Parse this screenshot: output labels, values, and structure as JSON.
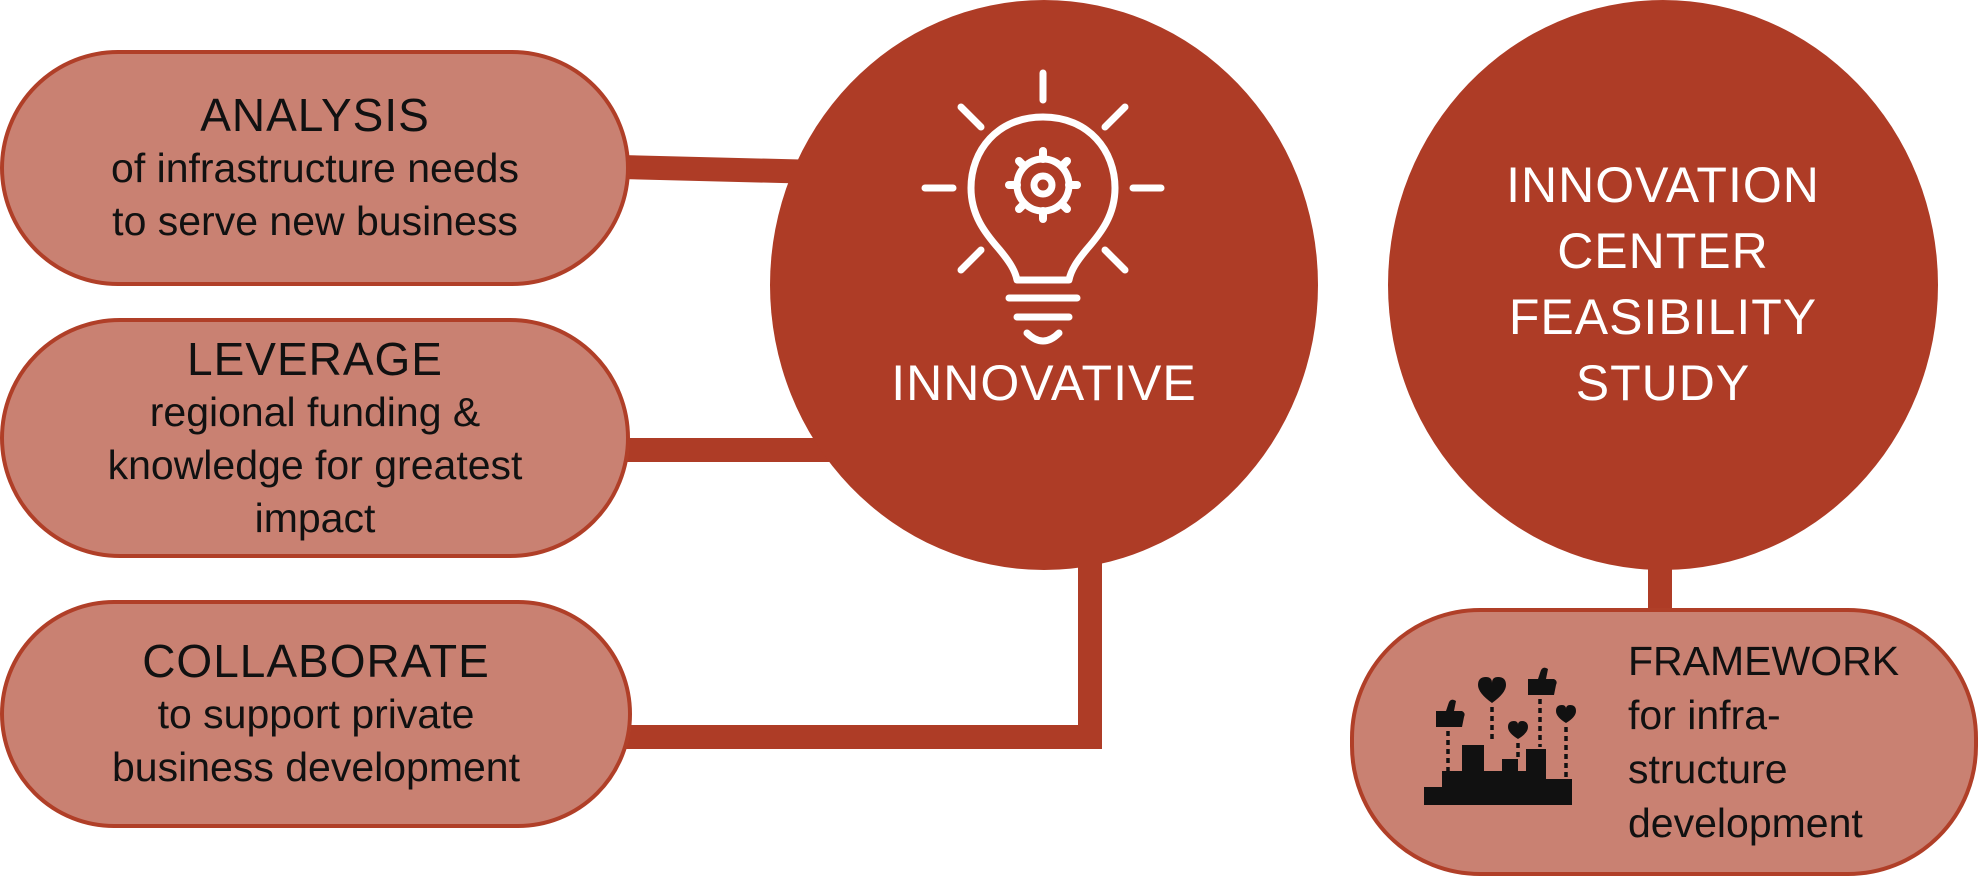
{
  "colors": {
    "accent": "#ae3c26",
    "pill_fill": "#c98172",
    "pill_border": "#b03f28",
    "icon_white": "#ffffff",
    "text_dark": "#111111"
  },
  "pills": {
    "analysis": {
      "heading": "ANALYSIS",
      "line1": "of infrastructure needs",
      "line2": "to serve new business"
    },
    "leverage": {
      "heading": "LEVERAGE",
      "line1": "regional funding &",
      "line2": "knowledge for greatest",
      "line3": "impact"
    },
    "collaborate": {
      "heading": "COLLABORATE",
      "line1": "to support private",
      "line2": "business development"
    }
  },
  "hub": {
    "label": "INNOVATIVE",
    "icon": "lightbulb-gear-icon"
  },
  "study": {
    "line1": "INNOVATION",
    "line2": "CENTER",
    "line3": "FEASIBILITY",
    "line4": "STUDY"
  },
  "framework": {
    "line1": "FRAMEWORK",
    "line2": "for infra-",
    "line3": "structure",
    "line4": "development",
    "icon": "community-growth-icon"
  }
}
